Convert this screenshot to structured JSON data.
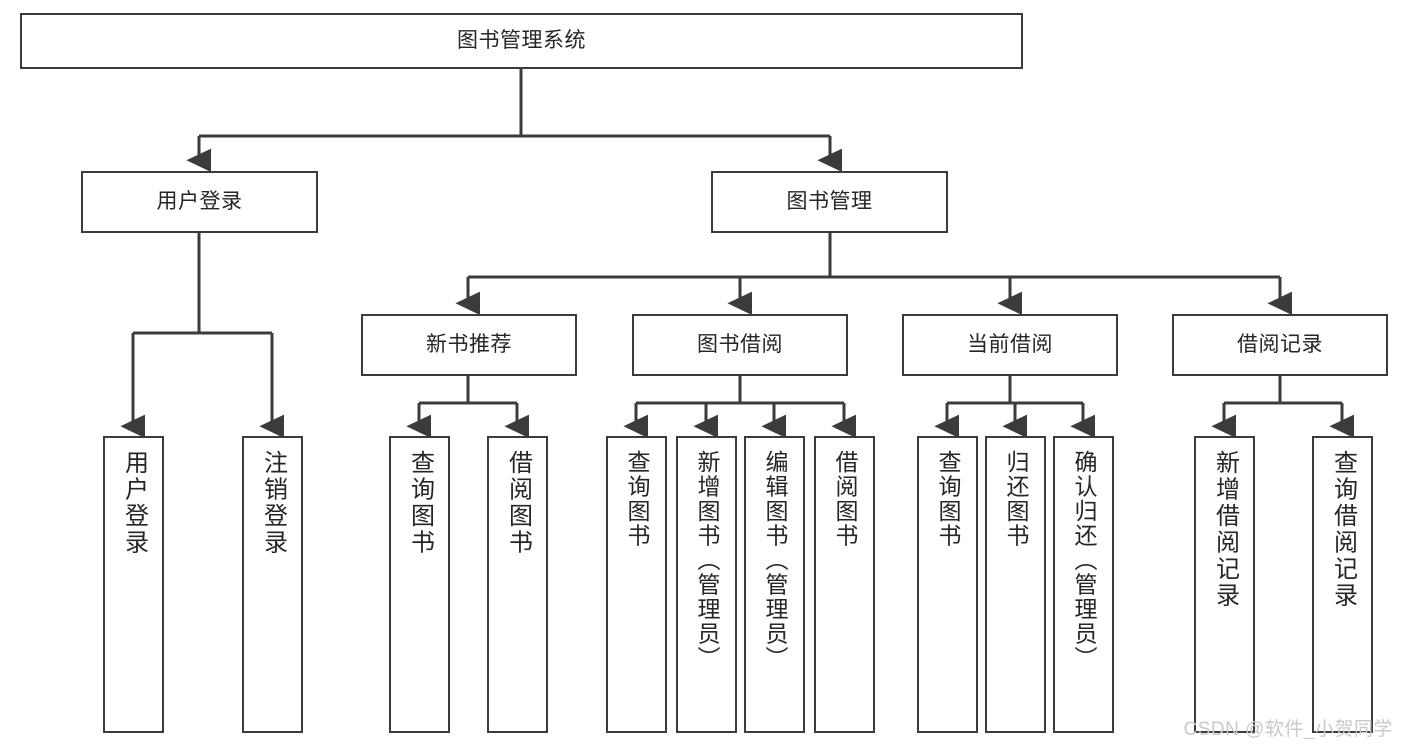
{
  "diagram": {
    "title": "图书管理系统",
    "type": "tree-hierarchy",
    "watermark": "CSDN @软件_小贺同学",
    "colors": {
      "box_border": "#3b3b3b",
      "box_fill": "#ffffff",
      "text": "#262626",
      "edge": "#3b3b3b",
      "watermark": "#c9c9c9",
      "background": "#ffffff"
    },
    "nodes": {
      "root": {
        "label": "图书管理系统"
      },
      "level2": [
        {
          "id": "user-login",
          "label": "用户登录"
        },
        {
          "id": "book-manage",
          "label": "图书管理"
        }
      ],
      "level3": [
        {
          "id": "new-book-recommend",
          "label": "新书推荐"
        },
        {
          "id": "book-borrow",
          "label": "图书借阅"
        },
        {
          "id": "current-borrow",
          "label": "当前借阅"
        },
        {
          "id": "borrow-record",
          "label": "借阅记录"
        }
      ],
      "leaves": {
        "user-login": [
          {
            "id": "leaf-user-login",
            "label": "用户登录"
          },
          {
            "id": "leaf-user-logout",
            "label": "注销登录"
          }
        ],
        "new-book-recommend": [
          {
            "id": "leaf-query-book-1",
            "label": "查询图书"
          },
          {
            "id": "leaf-borrow-book-1",
            "label": "借阅图书"
          }
        ],
        "book-borrow": [
          {
            "id": "leaf-query-book-2",
            "label": "查询图书"
          },
          {
            "id": "leaf-add-book",
            "label": "新增图书（管理员）"
          },
          {
            "id": "leaf-edit-book",
            "label": "编辑图书（管理员）"
          },
          {
            "id": "leaf-borrow-book-2",
            "label": "借阅图书"
          }
        ],
        "current-borrow": [
          {
            "id": "leaf-query-book-3",
            "label": "查询图书"
          },
          {
            "id": "leaf-return-book",
            "label": "归还图书"
          },
          {
            "id": "leaf-confirm-return",
            "label": "确认归还（管理员）"
          }
        ],
        "borrow-record": [
          {
            "id": "leaf-add-record",
            "label": "新增借阅记录"
          },
          {
            "id": "leaf-query-record",
            "label": "查询借阅记录"
          }
        ]
      }
    }
  }
}
